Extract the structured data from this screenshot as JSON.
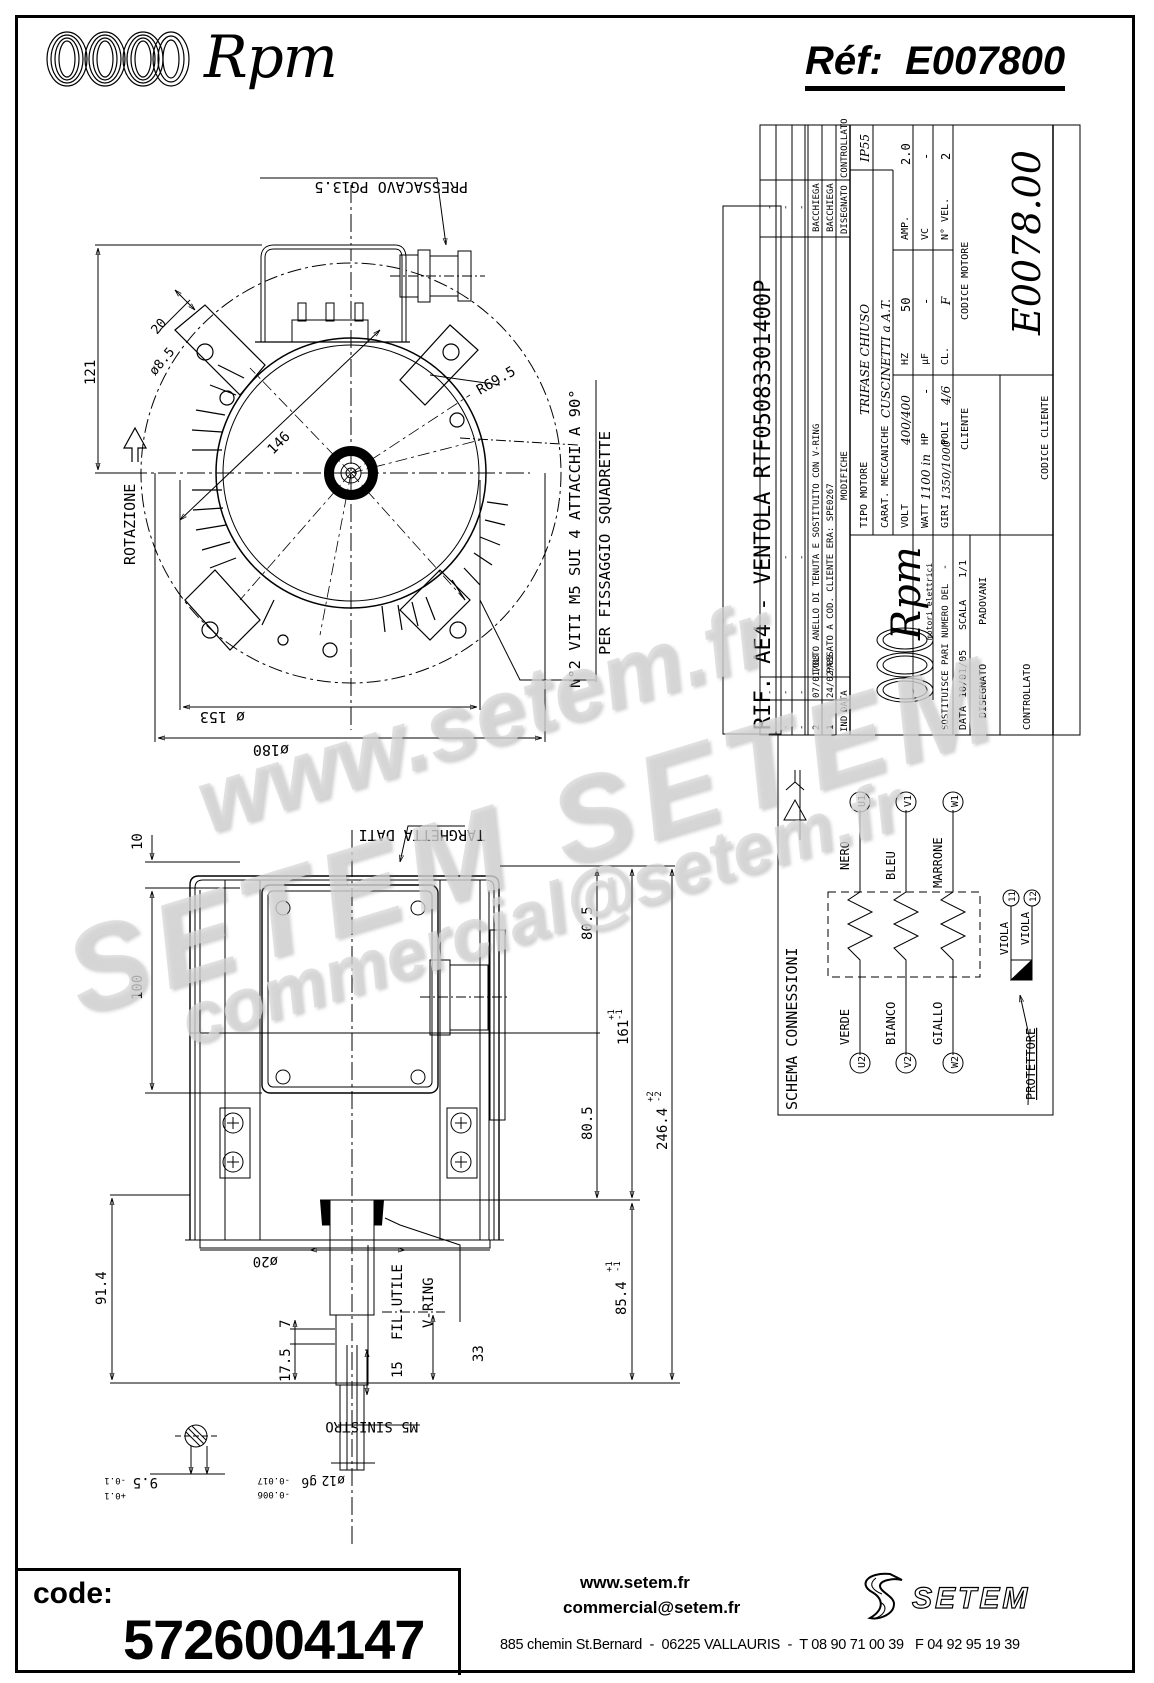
{
  "header": {
    "brand": "Rpm",
    "reference_label": "Réf:",
    "reference_value": "E007800"
  },
  "front_view": {
    "cable_gland": "PRESSACAVO PG13.5",
    "rotation_label": "ROTAZIONE",
    "dim_height_axis": "121",
    "dim_hole_dia": "ø8.5",
    "dim_lug": "20",
    "dim_diag": "146",
    "dim_radius": "R69.5",
    "dim_dia_153": "ø 153",
    "dim_dia_180": "ø180",
    "screw_note_line1": "N°2 VITI M5 SUI 4 ATTACCHI A 90°",
    "screw_note_line2": "PER FISSAGGIO SQUADRETTE"
  },
  "side_view": {
    "nameplate": "TARGHETTA DATI",
    "dim_10": "10",
    "dim_100": "100",
    "dim_80_5_top": "80.5",
    "dim_80_5_bottom": "80.5",
    "dim_161": "161",
    "dim_161_tol_plus": "+1",
    "dim_161_tol_minus": "-1",
    "dim_246": "246.4",
    "dim_246_tol_plus": "+2",
    "dim_246_tol_minus": "-2",
    "dim_91_4": "91.4",
    "dim_85_4": "85.4",
    "dim_85_4_tol_plus": "+1",
    "dim_85_4_tol_minus": "-1",
    "dim_shaft_20": "ø20",
    "v_ring": "V-RING",
    "fil_utile": "FIL.UTILE",
    "dim_7": "7",
    "dim_17_5": "17.5",
    "dim_15": "15",
    "dim_33": "33",
    "thread": "M5 SINISTRO",
    "dim_shaft_12": "ø12",
    "fit_g6": "g6",
    "fit_tol_upper": "-0.006",
    "fit_tol_lower": "-0.017",
    "dim_flat": "9.5",
    "flat_tol_plus": "+0.1",
    "flat_tol_minus": "-0.1"
  },
  "title_block": {
    "rif": "RIF. AE4 - VENTOLA RTF05083301400P",
    "revisions_header": [
      "IND",
      "DATA",
      "MODIFICHE",
      "DISEGNATO",
      "CONTROLLATO"
    ],
    "revisions": [
      {
        "ind": "-",
        "data": "-",
        "modifiche": "-",
        "disegnato": "-",
        "controllato": ""
      },
      {
        "ind": "-",
        "data": "-",
        "modifiche": "-",
        "disegnato": "-",
        "controllato": ""
      },
      {
        "ind": "-",
        "data": "-",
        "modifiche": "-",
        "disegnato": "-",
        "controllato": ""
      },
      {
        "ind": "2",
        "data": "07/01/08",
        "modifiche": "TOLTO ANELLO DI TENUTA E SOSTITUITO CON V-RING",
        "disegnato": "BACCHIEGA",
        "controllato": ""
      },
      {
        "ind": "1",
        "data": "24/02/05",
        "modifiche": "PASSATO A COD. CLIENTE ERA: SPE0267",
        "disegnato": "BACCHIEGA",
        "controllato": ""
      }
    ],
    "company_sub": "motori elettrici",
    "tipo_motore_label": "TIPO MOTORE",
    "tipo_motore": "TRIFASE CHIUSO",
    "ip": "IP55",
    "carat_label": "CARAT. MECCANICHE",
    "carat": "CUSCINETTI a A.T.",
    "volt_label": "VOLT",
    "volt": "400/400",
    "hz_label": "HZ",
    "hz": "50",
    "amp_label": "AMP.",
    "amp": "2.0",
    "watt_label": "WATT",
    "watt": "1100 in",
    "hp_label": "HP",
    "hp": "-",
    "uf_label": "µF",
    "uf": "-",
    "vc_label": "VC",
    "vc": "-",
    "giri_label": "GIRI",
    "giri": "1350/1000",
    "poli_label": "POLI",
    "poli": "4/6",
    "cl_label": "CL.",
    "cl": "F",
    "nvel_label": "N° VEL.",
    "nvel": "2",
    "sostituisce_label": "SOSTITUISCE PARI NUMERO DEL",
    "sostituisce": "-",
    "cliente_label": "CLIENTE",
    "codice_motore_label": "CODICE MOTORE",
    "codice_motore": "E0078.00",
    "data_label": "DATA",
    "data": "10/01/05",
    "scala_label": "SCALA",
    "scala": "1/1",
    "disegnato_label": "DISEGNATO",
    "disegnato": "PADOVANI",
    "controllato_label": "CONTROLLATO",
    "codice_cliente_label": "CODICE CLIENTE"
  },
  "connections": {
    "title": "SCHEMA CONNESSIONI",
    "symbols": "Δ Y",
    "phases": [
      {
        "start": "U2",
        "start_color": "VERDE",
        "end": "U1",
        "end_color": "NERO"
      },
      {
        "start": "V2",
        "start_color": "BIANCO",
        "end": "V1",
        "end_color": "BLEU"
      },
      {
        "start": "W2",
        "start_color": "GIALLO",
        "end": "W1",
        "end_color": "MARRONE"
      }
    ],
    "protector": {
      "label": "PROTETTORE",
      "wire1": "VIOLA",
      "wire2": "VIOLA",
      "term1": "11",
      "term2": "12"
    }
  },
  "footer": {
    "code_label": "code:",
    "code_value": "5726004147",
    "website": "www.setem.fr",
    "email": "commercial@setem.fr",
    "address": "885 chemin St.Bernard  -  06225 VALLAURIS  -  T 08 90 71 00 39   F 04 92 95 19 39",
    "brand": "SETEM"
  },
  "watermark": {
    "line1": "www.setem.fr",
    "line2": "SETEM  SETEM",
    "line3": "commercial@setem.fr"
  }
}
